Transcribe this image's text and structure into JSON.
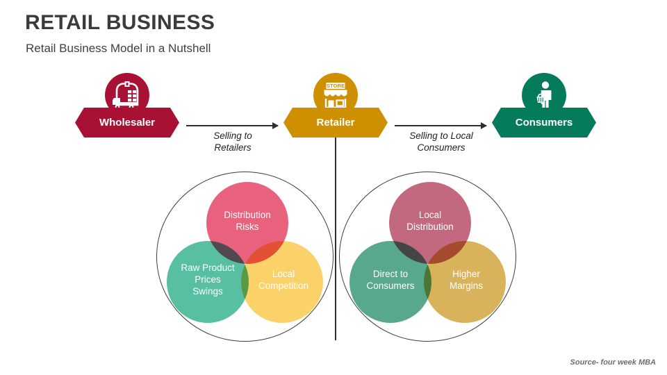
{
  "header": {
    "title": "RETAIL BUSINESS",
    "subtitle": "Retail Business Model in a Nutshell"
  },
  "flow": {
    "nodes": [
      {
        "label": "Wholesaler",
        "color": "#A81034",
        "icon": "warehouse-truck-icon"
      },
      {
        "label": "Retailer",
        "color": "#CE9000",
        "icon": "storefront-icon"
      },
      {
        "label": "Consumers",
        "color": "#047B5B",
        "icon": "shopper-person-icon"
      }
    ],
    "connectors": [
      {
        "label_line1": "Selling to",
        "label_line2": "Retailers"
      },
      {
        "label_line1": "Selling to Local",
        "label_line2": "Consumers"
      }
    ],
    "store_sign": "STORE"
  },
  "venns": [
    {
      "name": "wholesaler-challenges",
      "circles": [
        {
          "label_line1": "Distribution",
          "label_line2": "Risks",
          "label_line3": "",
          "color": "#E8617D",
          "position": "top"
        },
        {
          "label_line1": "Raw Product",
          "label_line2": "Prices",
          "label_line3": "Swings",
          "color": "#58BFA2",
          "position": "bottom-left"
        },
        {
          "label_line1": "Local",
          "label_line2": "Competition",
          "label_line3": "",
          "color": "#FBD169",
          "position": "bottom-right"
        }
      ]
    },
    {
      "name": "retailer-advantages",
      "circles": [
        {
          "label_line1": "Local",
          "label_line2": "Distribution",
          "label_line3": "",
          "color": "#C3697F",
          "position": "top"
        },
        {
          "label_line1": "Direct to",
          "label_line2": "Consumers",
          "label_line3": "",
          "color": "#58A88E",
          "position": "bottom-left"
        },
        {
          "label_line1": "Higher",
          "label_line2": "Margins",
          "label_line3": "",
          "color": "#D9B35C",
          "position": "bottom-right"
        }
      ]
    }
  ],
  "footer": {
    "source": "Source- four week MBA"
  },
  "colors": {
    "title": "#3b3b3b",
    "line": "#2e2e2e",
    "outline": "#3a3a3a",
    "background": "#ffffff"
  }
}
